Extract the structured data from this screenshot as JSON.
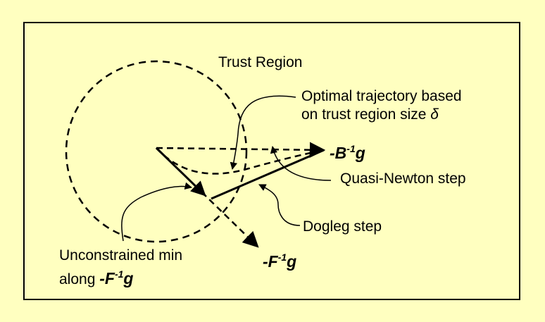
{
  "labels": {
    "trust_region": "Trust Region",
    "optimal_line1": "Optimal trajectory based",
    "optimal_line2": "on trust region size ",
    "delta": "δ",
    "quasi_newton_step": "Quasi-Newton step",
    "dogleg_step": "Dogleg step",
    "unconstrained_line1": "Unconstrained min",
    "unconstrained_line2": "along "
  },
  "math": {
    "b_prefix": "-B",
    "f_prefix": "-F",
    "exponent": "-1",
    "g": "g"
  },
  "colors": {
    "background": "#FFFFC0",
    "ink": "#000000"
  }
}
